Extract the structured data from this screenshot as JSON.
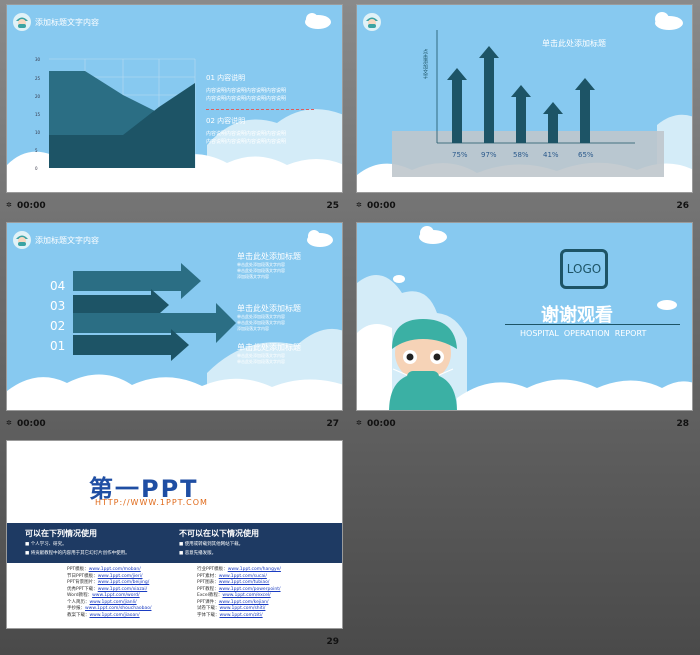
{
  "slides": [
    {
      "num": "25",
      "time": "00:00",
      "header": "添加标题文字内容",
      "chart": {
        "type": "area",
        "yticks": [
          "30",
          "25",
          "20",
          "15",
          "10",
          "5",
          "0"
        ]
      },
      "item1_title": "01  内容说明",
      "item1_lines": [
        "内容说明内容说明内容说明内容说明",
        "内容说明内容说明内容说明内容说明"
      ],
      "item2_title": "02  内容说明",
      "item2_lines": [
        "内容说明内容说明内容说明内容说明",
        "内容说明内容说明内容说明内容说明"
      ]
    },
    {
      "num": "26",
      "time": "00:00",
      "title": "单击此处添加标题",
      "ylabel": "点击添加文字",
      "bars": [
        {
          "label": "75%",
          "value": 75
        },
        {
          "label": "97%",
          "value": 97
        },
        {
          "label": "58%",
          "value": 58
        },
        {
          "label": "41%",
          "value": 41
        },
        {
          "label": "65%",
          "value": 65
        }
      ]
    },
    {
      "num": "27",
      "time": "00:00",
      "header": "添加标题文字内容",
      "labels": [
        "04",
        "03",
        "02",
        "01"
      ],
      "blocks": [
        {
          "title": "单击此处添加标题",
          "body": [
            "单击此处添加段落文字内容",
            "单击此处添加段落文字内容",
            "添加段落文字内容"
          ]
        },
        {
          "title": "单击此处添加标题",
          "body": [
            "单击此处添加段落文字内容",
            "单击此处添加段落文字内容",
            "添加段落文字内容"
          ]
        },
        {
          "title": "单击此处添加标题",
          "body": [
            "单击此处添加段落文字内容",
            "单击此处添加段落文字内容"
          ]
        }
      ]
    },
    {
      "num": "28",
      "time": "00:00",
      "logo": "LOGO",
      "thanks": "谢谢观看",
      "subtitle": "HOSPITAL  OPERATION  REPORT"
    },
    {
      "num": "29",
      "brand": "第一PPT",
      "url": "HTTP://WWW.1PPT.COM",
      "can_title": "可以在下列情况使用",
      "can_items": [
        "个人学习、研究。",
        "将贡献教程中的内容用于其它幻灯片创作中使用。"
      ],
      "cannot_title": "不可以在以下情况使用",
      "cannot_items": [
        "使用或转载到其他网站下载。",
        "恶意先播发版。"
      ],
      "links_left": [
        {
          "k": "PPT模板：",
          "v": "www.1ppt.com/moban/"
        },
        {
          "k": "节日PPT模板：",
          "v": "www.1ppt.com/jieri/"
        },
        {
          "k": "PPT背景图片：",
          "v": "www.1ppt.com/beijing/"
        },
        {
          "k": "优秀PPT下载：",
          "v": "www.1ppt.com/xiazai/"
        },
        {
          "k": "Word教程：",
          "v": "www.1ppt.com/word/"
        },
        {
          "k": "个人简历：",
          "v": "www.1ppt.com/jianli/"
        },
        {
          "k": "手抄报：",
          "v": "www.1ppt.com/shouchaobao/"
        },
        {
          "k": "教案下载：",
          "v": "www.1ppt.com/jiaoan/"
        }
      ],
      "links_right": [
        {
          "k": "行业PPT模板：",
          "v": "www.1ppt.com/hangye/"
        },
        {
          "k": "PPT素材：",
          "v": "www.1ppt.com/sucai/"
        },
        {
          "k": "PPT图表：",
          "v": "www.1ppt.com/tubiao/"
        },
        {
          "k": "PPT教程：",
          "v": "www.1ppt.com/powerpoint/"
        },
        {
          "k": "Excel教程：",
          "v": "www.1ppt.com/excel/"
        },
        {
          "k": "PPT课件：",
          "v": "www.1ppt.com/kejian/"
        },
        {
          "k": "试卷下载：",
          "v": "www.1ppt.com/shiti/"
        },
        {
          "k": "字体下载：",
          "v": "www.1ppt.com/ziti/"
        }
      ]
    }
  ],
  "colors": {
    "sky": "#87c9f0",
    "dark_teal": "#1d5466",
    "teal": "#2b6e84",
    "accent_blue": "#5aa7e0",
    "navy": "#1e3a63",
    "orange": "#e06a1a",
    "gray_bg": "#6e6e6e"
  }
}
